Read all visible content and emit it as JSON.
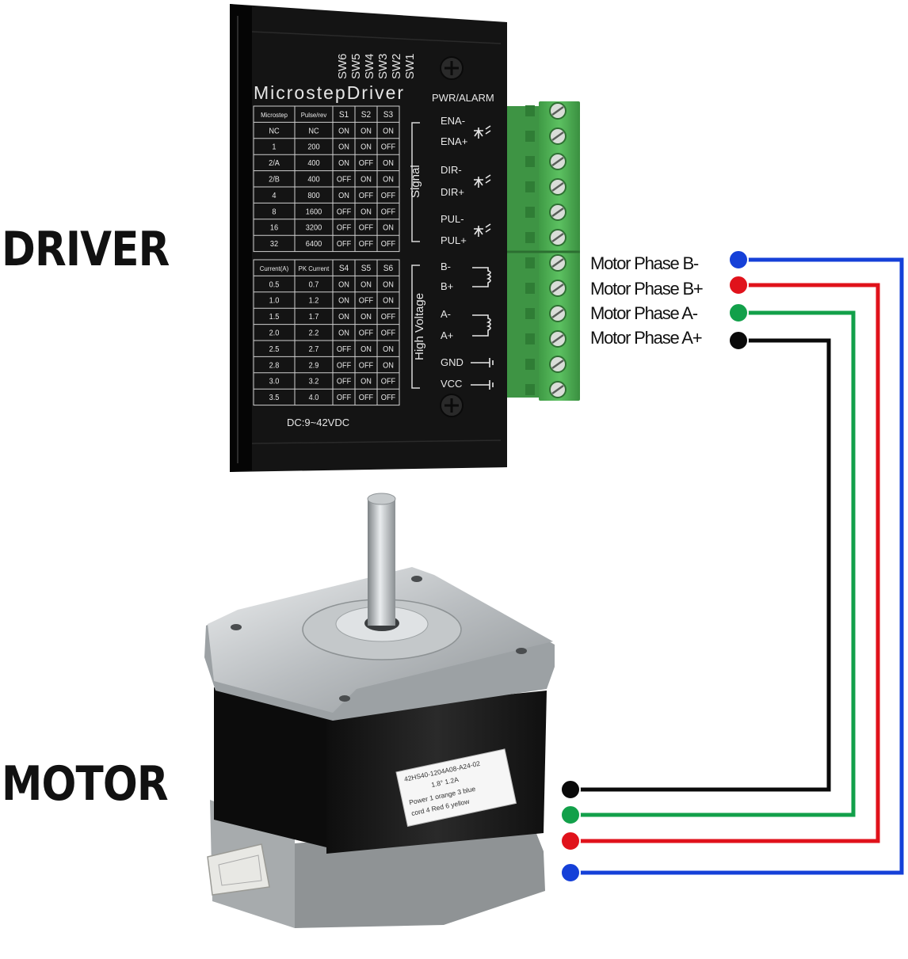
{
  "labels": {
    "driver": "DRIVER",
    "motor": "MOTOR"
  },
  "driver": {
    "brand": "MicrostepDriver",
    "sw_labels": [
      "SW6",
      "SW5",
      "SW4",
      "SW3",
      "SW2",
      "SW1"
    ],
    "pwr_alarm": "PWR/ALARM",
    "signal_label": "Signal",
    "high_voltage_label": "High Voltage",
    "dc_label": "DC:9~42VDC",
    "terminals": [
      "ENA-",
      "ENA+",
      "DIR-",
      "DIR+",
      "PUL-",
      "PUL+",
      "B-",
      "B+",
      "A-",
      "A+",
      "GND",
      "VCC"
    ],
    "microstep_table": {
      "headers": [
        "Microstep",
        "Pulse/rev",
        "S1",
        "S2",
        "S3"
      ],
      "rows": [
        [
          "NC",
          "NC",
          "ON",
          "ON",
          "ON"
        ],
        [
          "1",
          "200",
          "ON",
          "ON",
          "OFF"
        ],
        [
          "2/A",
          "400",
          "ON",
          "OFF",
          "ON"
        ],
        [
          "2/B",
          "400",
          "OFF",
          "ON",
          "ON"
        ],
        [
          "4",
          "800",
          "ON",
          "OFF",
          "OFF"
        ],
        [
          "8",
          "1600",
          "OFF",
          "ON",
          "OFF"
        ],
        [
          "16",
          "3200",
          "OFF",
          "OFF",
          "ON"
        ],
        [
          "32",
          "6400",
          "OFF",
          "OFF",
          "OFF"
        ]
      ]
    },
    "current_table": {
      "headers": [
        "Current(A)",
        "PK Current",
        "S4",
        "S5",
        "S6"
      ],
      "rows": [
        [
          "0.5",
          "0.7",
          "ON",
          "ON",
          "ON"
        ],
        [
          "1.0",
          "1.2",
          "ON",
          "OFF",
          "ON"
        ],
        [
          "1.5",
          "1.7",
          "ON",
          "ON",
          "OFF"
        ],
        [
          "2.0",
          "2.2",
          "ON",
          "OFF",
          "OFF"
        ],
        [
          "2.5",
          "2.7",
          "OFF",
          "ON",
          "ON"
        ],
        [
          "2.8",
          "2.9",
          "OFF",
          "OFF",
          "ON"
        ],
        [
          "3.0",
          "3.2",
          "OFF",
          "ON",
          "OFF"
        ],
        [
          "3.5",
          "4.0",
          "OFF",
          "OFF",
          "OFF"
        ]
      ]
    }
  },
  "motor": {
    "label_lines": [
      "42HS40-1204A08-A24-02",
      "1.8° 1.2A",
      "Power 1 orange  3 blue",
      "cord  4 Red     6 yellow"
    ]
  },
  "phases": [
    {
      "label": "Motor Phase B-",
      "color": "#1540d8"
    },
    {
      "label": "Motor Phase B+",
      "color": "#e0121b"
    },
    {
      "label": "Motor Phase A-",
      "color": "#12a04a"
    },
    {
      "label": "Motor Phase A+",
      "color": "#0a0a0a"
    }
  ]
}
